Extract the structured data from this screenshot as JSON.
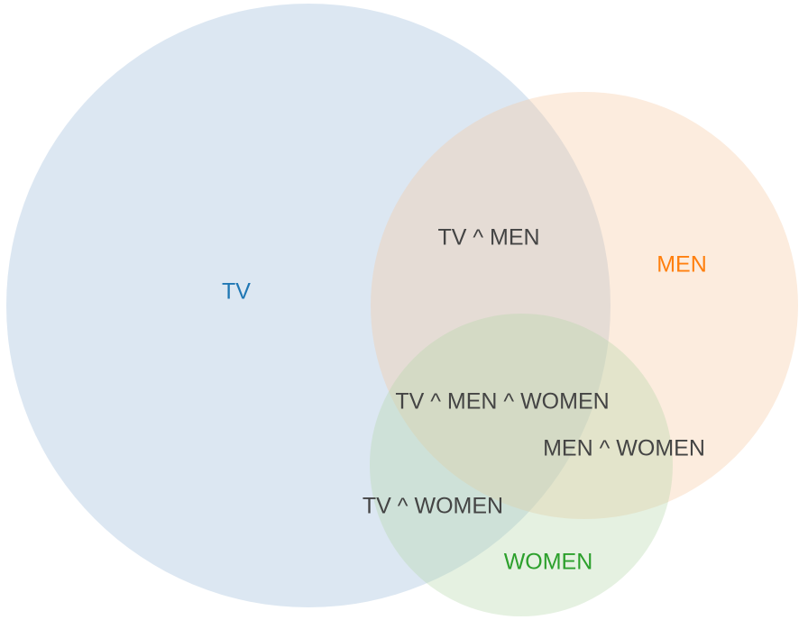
{
  "sets": [
    {
      "id": "tv",
      "label": "TV",
      "color": "#1f77b4",
      "fill": "#9cb9da"
    },
    {
      "id": "men",
      "label": "MEN",
      "color": "#ff7f0e",
      "fill": "#f7c8a0"
    },
    {
      "id": "women",
      "label": "WOMEN",
      "color": "#2ca02c",
      "fill": "#b4d6a8"
    }
  ],
  "intersections": [
    {
      "sets": [
        "tv",
        "men"
      ],
      "label": "TV ^ MEN"
    },
    {
      "sets": [
        "tv",
        "men",
        "women"
      ],
      "label": "TV ^ MEN ^ WOMEN"
    },
    {
      "sets": [
        "men",
        "women"
      ],
      "label": "MEN ^ WOMEN"
    },
    {
      "sets": [
        "tv",
        "women"
      ],
      "label": "TV ^ WOMEN"
    }
  ],
  "label_color": "#444444"
}
